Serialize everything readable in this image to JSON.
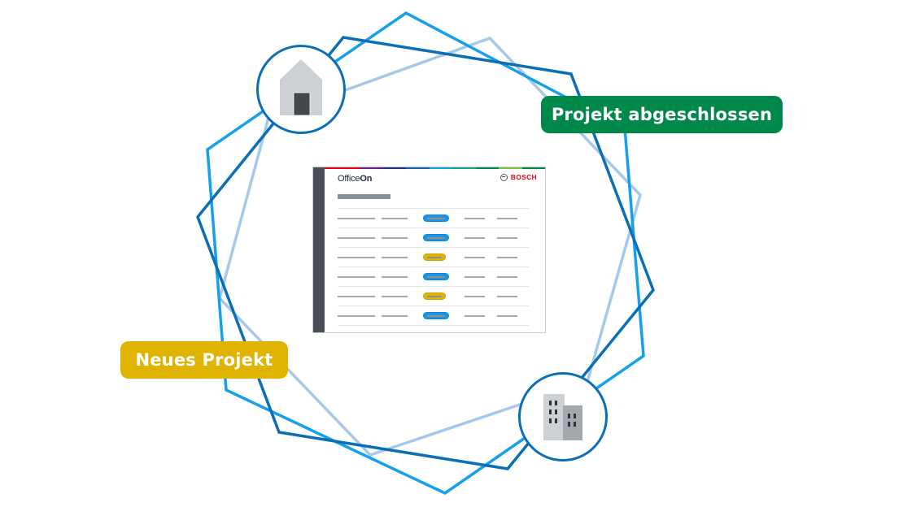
{
  "colors": {
    "poly_bright": "#14a0ea",
    "poly_dark": "#0a6fb5",
    "poly_pale": "#a6c8ea",
    "badge_done": "#00884a",
    "badge_new": "#dfb300",
    "pill_blue": "#1a96e6",
    "pill_yellow": "#dfb300"
  },
  "badges": {
    "completed": {
      "label": "Projekt abgeschlossen"
    },
    "new": {
      "label": "Neues Projekt"
    }
  },
  "icons": {
    "house": "house-icon",
    "buildings": "office-buildings-icon"
  },
  "app_preview": {
    "logo_prefix": "Office",
    "logo_suffix": "On",
    "brand": "BOSCH",
    "strip_colors": [
      "#e2001a",
      "#e2001a",
      "#6a1f8f",
      "#2a2e80",
      "#1560b0",
      "#0aa2d8",
      "#16a085",
      "#00884a",
      "#7ac143",
      "#00884a"
    ],
    "rows": [
      {
        "status": "blue"
      },
      {
        "status": "blue"
      },
      {
        "status": "yellow"
      },
      {
        "status": "blue"
      },
      {
        "status": "yellow"
      },
      {
        "status": "blue"
      }
    ]
  }
}
